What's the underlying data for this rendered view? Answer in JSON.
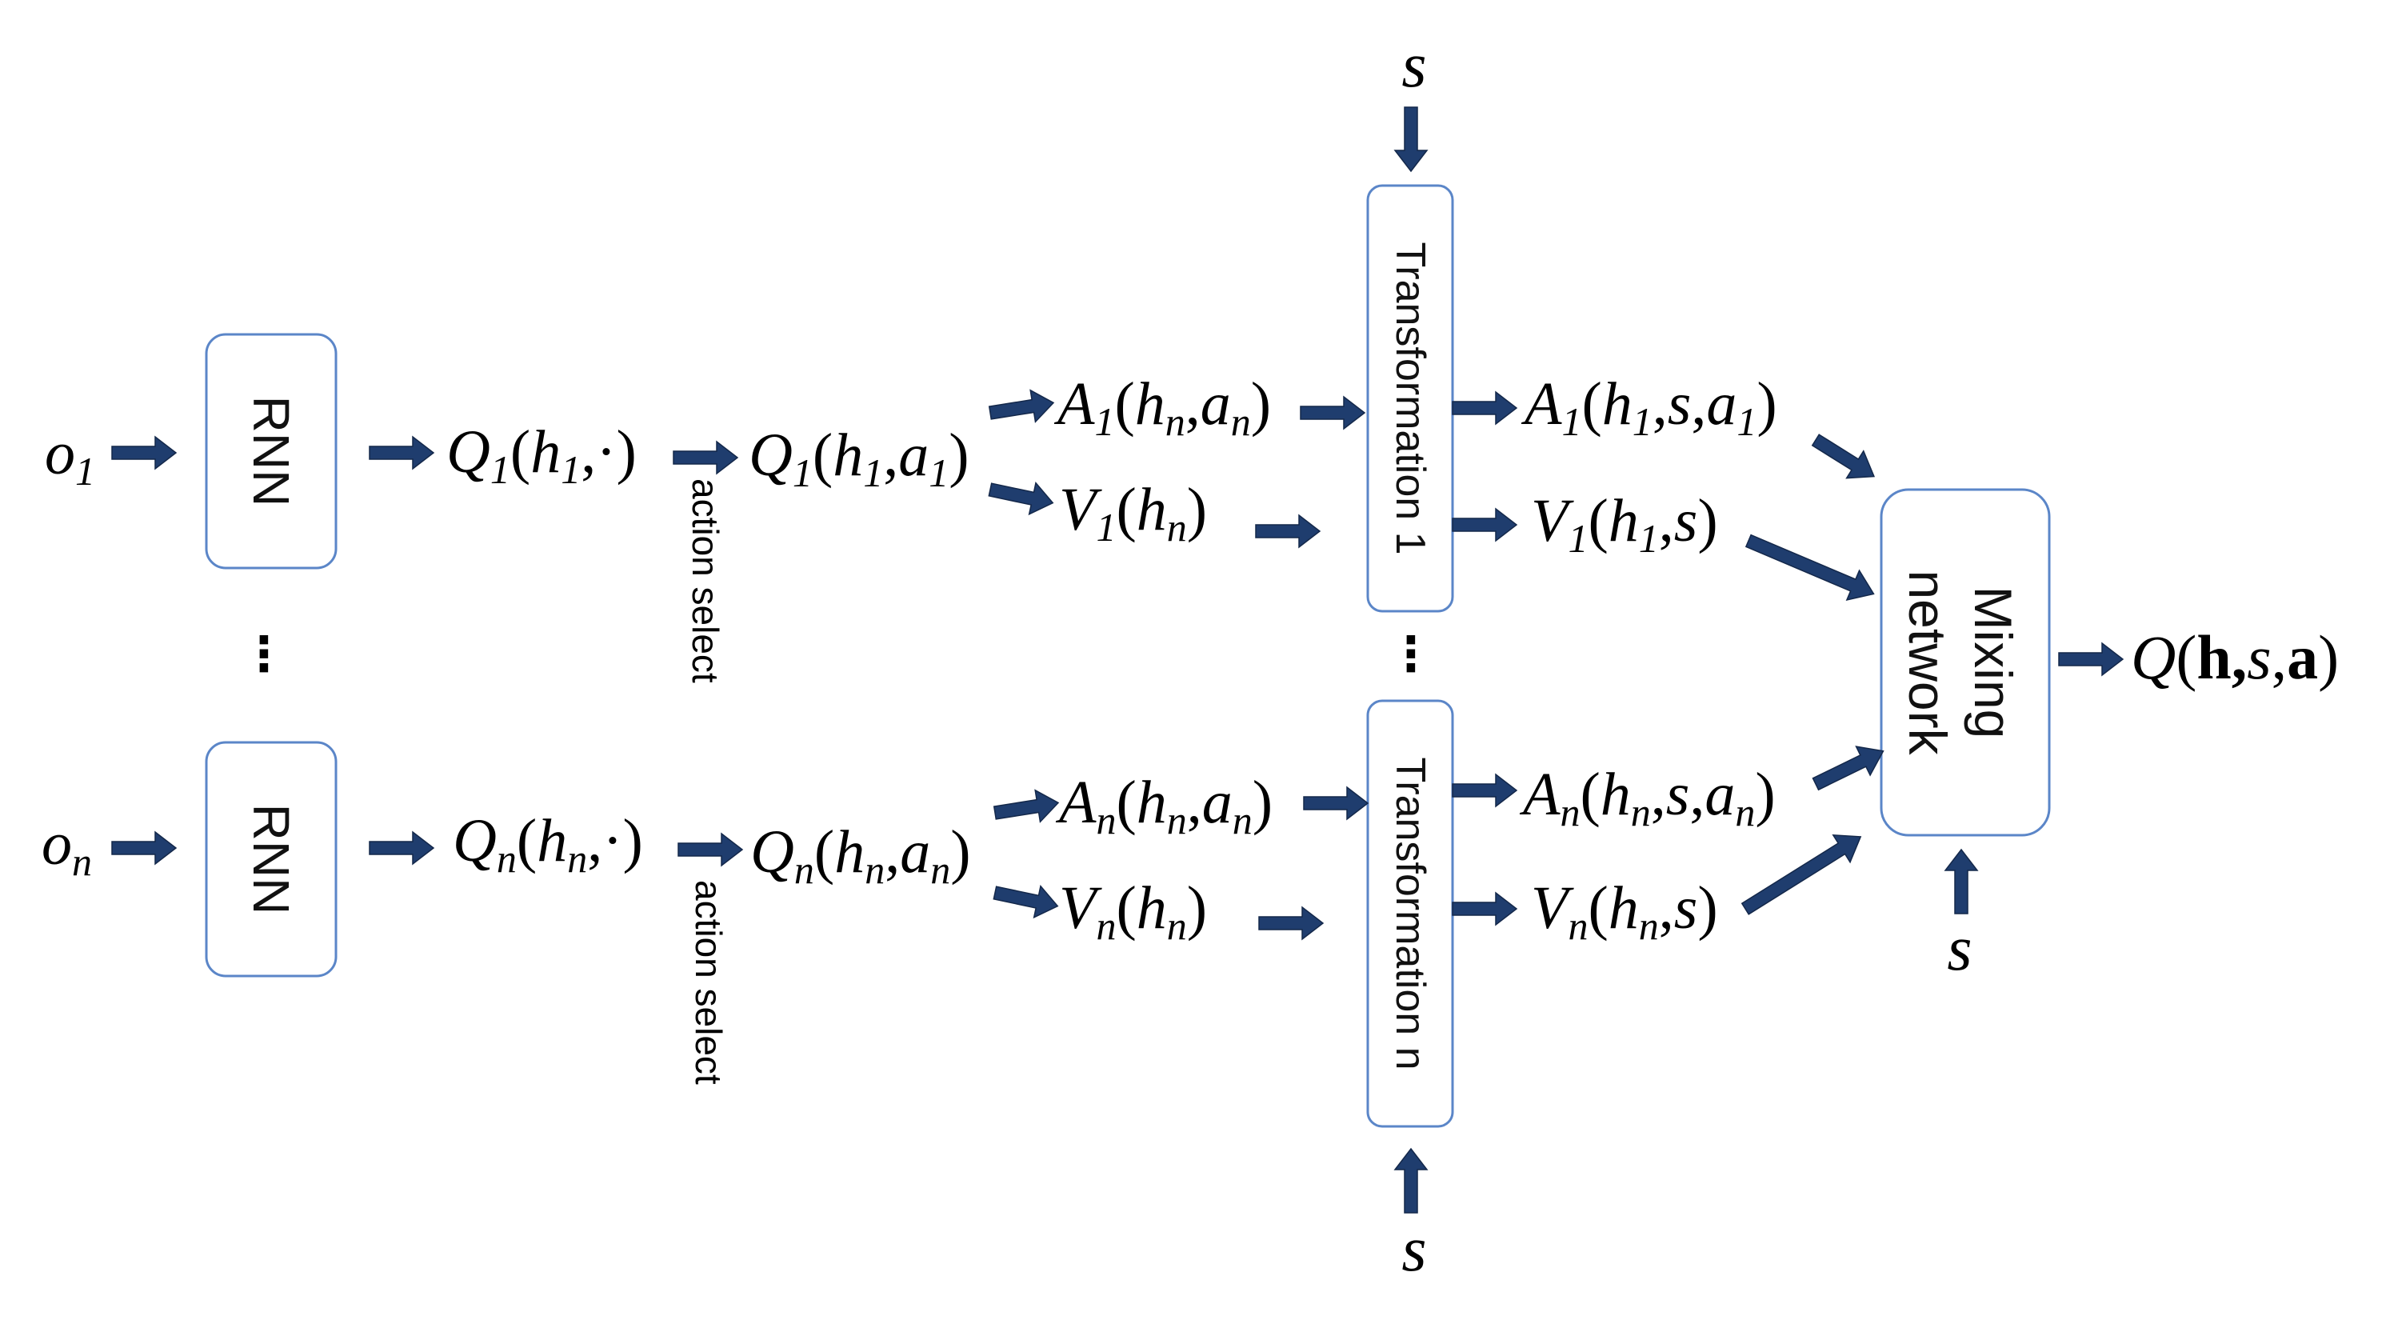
{
  "inputs": {
    "o1": "o",
    "o1_sub": "1",
    "on": "o",
    "on_sub": "n",
    "state": "s"
  },
  "boxes": {
    "rnn_top": "RNN",
    "rnn_bottom": "RNN",
    "transform_1": "Transformation 1",
    "transform_n": "Transformation n",
    "mixing_line1": "Mixing",
    "mixing_line2": "network"
  },
  "labels": {
    "action_select_1": "action select",
    "action_select_n": "action select",
    "vdots": "⋮"
  },
  "colors": {
    "arrow": "#1f3d6e",
    "box_border": "#5b86c8"
  }
}
